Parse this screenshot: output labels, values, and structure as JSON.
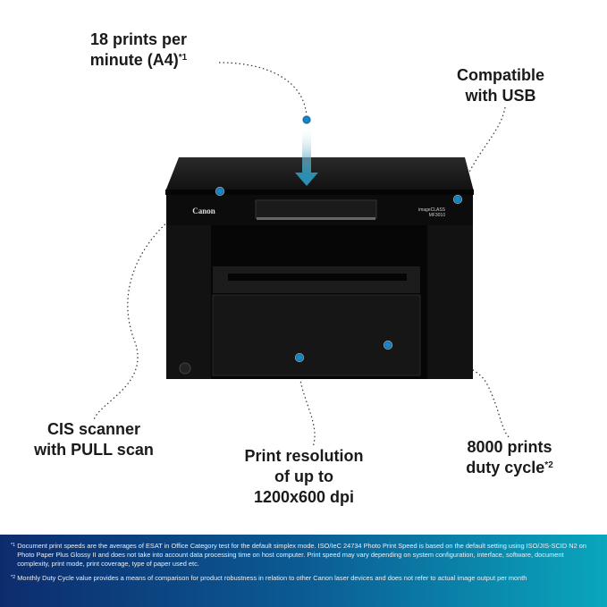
{
  "features": {
    "print_speed": {
      "text": "18 prints per minute (A4)",
      "line1": "18 prints per",
      "line2": "minute (A4)",
      "note": "*1"
    },
    "usb": {
      "line1": "Compatible",
      "line2": "with USB"
    },
    "scanner": {
      "line1": "CIS scanner",
      "line2": "with PULL scan"
    },
    "resolution": {
      "line1": "Print resolution",
      "line2": "of up to",
      "line3": "1200x600 dpi"
    },
    "duty_cycle": {
      "line1": "8000 prints",
      "line2": "duty cycle",
      "note": "*2"
    }
  },
  "product": {
    "brand_logo": "Canon",
    "model_line1": "imageCLASS",
    "model_line2": "MF3010"
  },
  "footnotes": [
    {
      "mark": "*1",
      "text": "Document print speeds are the averages of ESAT in Office Category test for the default simplex mode. ISO/IeC 24734 Photo Print Speed is based on the default setting using ISO/JIS-SCID N2 on Photo Paper Plus Glossy II and does not take into account data processing time on host computer. Print speed may vary depending on system configuration, interface, software, document complexity, print mode, print coverage, type of paper used etc."
    },
    {
      "mark": "*2",
      "text": "Monthly Duty Cycle value provides a means of comparison for product robustness in relation to other Canon laser devices and does not refer to actual image output per month"
    }
  ],
  "colors": {
    "accent_dot": "#1a86c8",
    "footer_start": "#0d2c6e",
    "footer_end": "#0aa6bd",
    "printer": "#111111"
  }
}
